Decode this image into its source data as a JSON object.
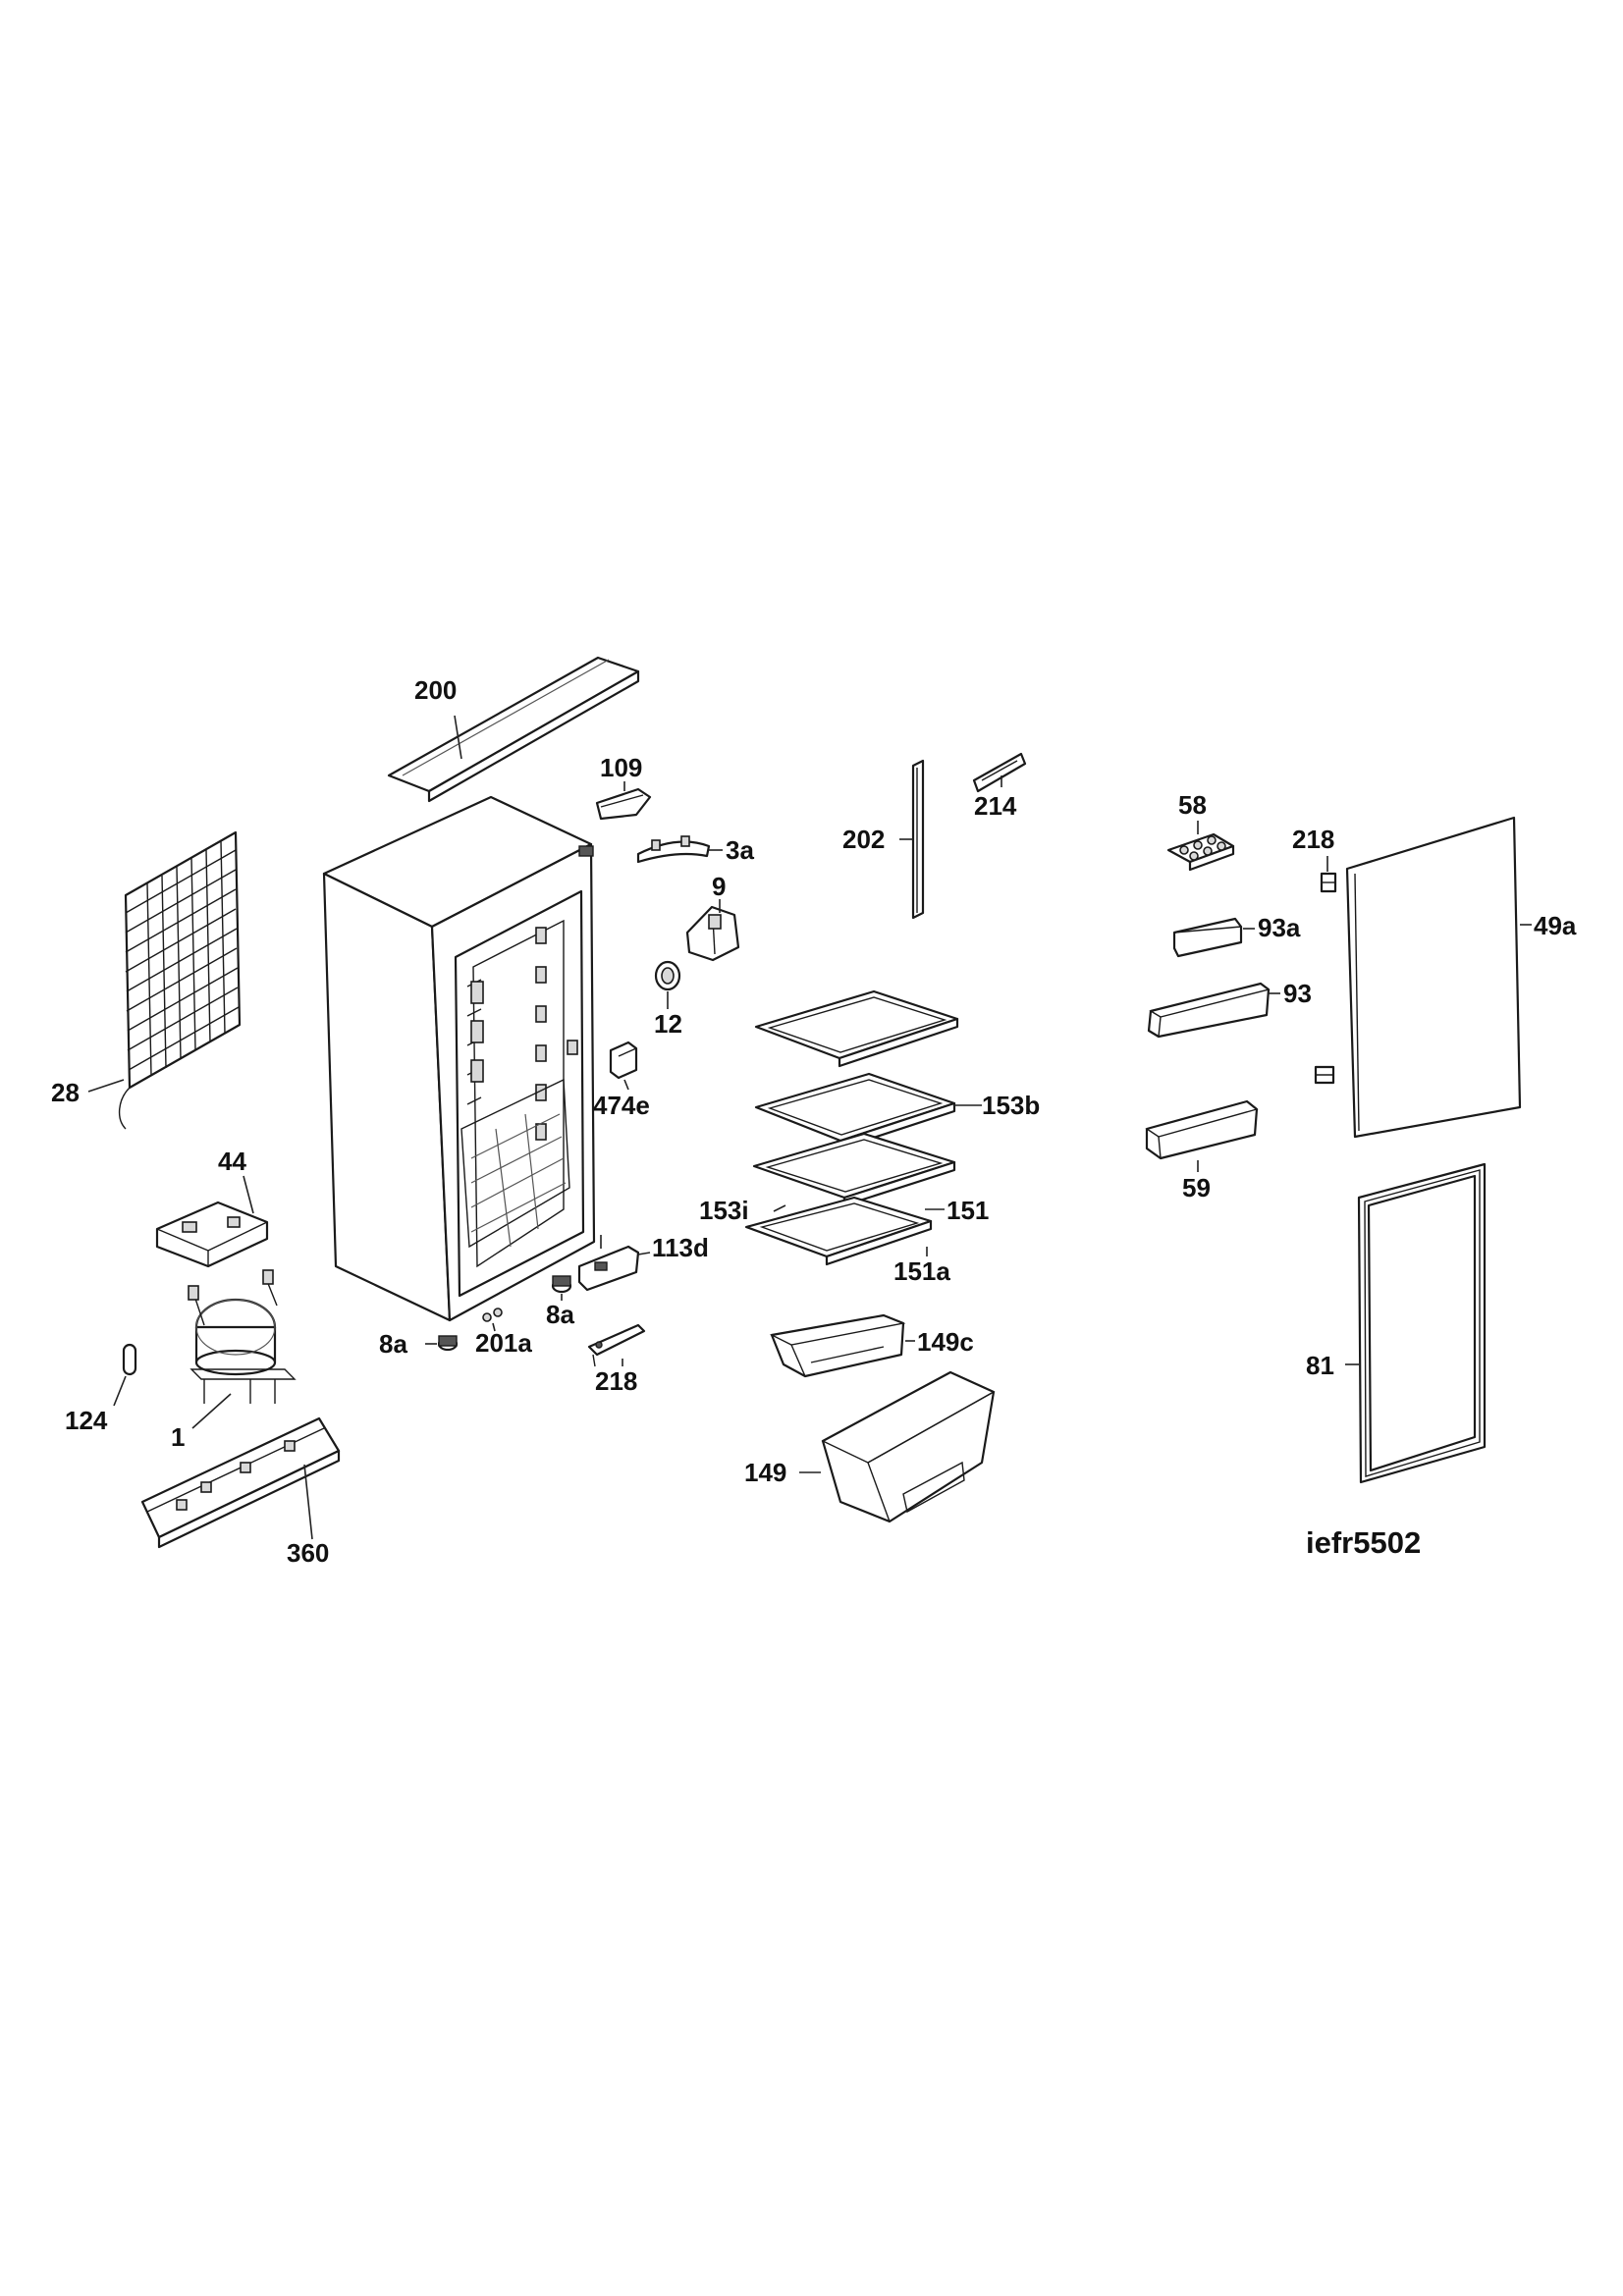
{
  "diagram": {
    "reference": "iefr5502",
    "callouts": [
      {
        "id": "c200",
        "label": "200"
      },
      {
        "id": "c109",
        "label": "109"
      },
      {
        "id": "c3a",
        "label": "3a"
      },
      {
        "id": "c9",
        "label": "9"
      },
      {
        "id": "c12",
        "label": "12"
      },
      {
        "id": "c474e",
        "label": "474e"
      },
      {
        "id": "c28",
        "label": "28"
      },
      {
        "id": "c44",
        "label": "44"
      },
      {
        "id": "c113d",
        "label": "113d"
      },
      {
        "id": "c8a_right",
        "label": "8a"
      },
      {
        "id": "c8a_left",
        "label": "8a"
      },
      {
        "id": "c201a",
        "label": "201a"
      },
      {
        "id": "c218_bottom",
        "label": "218"
      },
      {
        "id": "c124",
        "label": "124"
      },
      {
        "id": "c1",
        "label": "1"
      },
      {
        "id": "c360",
        "label": "360"
      },
      {
        "id": "c202",
        "label": "202"
      },
      {
        "id": "c214",
        "label": "214"
      },
      {
        "id": "c153b",
        "label": "153b"
      },
      {
        "id": "c153i",
        "label": "153i"
      },
      {
        "id": "c151",
        "label": "151"
      },
      {
        "id": "c151a",
        "label": "151a"
      },
      {
        "id": "c149c",
        "label": "149c"
      },
      {
        "id": "c149",
        "label": "149"
      },
      {
        "id": "c58",
        "label": "58"
      },
      {
        "id": "c218_top",
        "label": "218"
      },
      {
        "id": "c49a",
        "label": "49a"
      },
      {
        "id": "c93a",
        "label": "93a"
      },
      {
        "id": "c93",
        "label": "93"
      },
      {
        "id": "c59",
        "label": "59"
      },
      {
        "id": "c81",
        "label": "81"
      }
    ]
  }
}
